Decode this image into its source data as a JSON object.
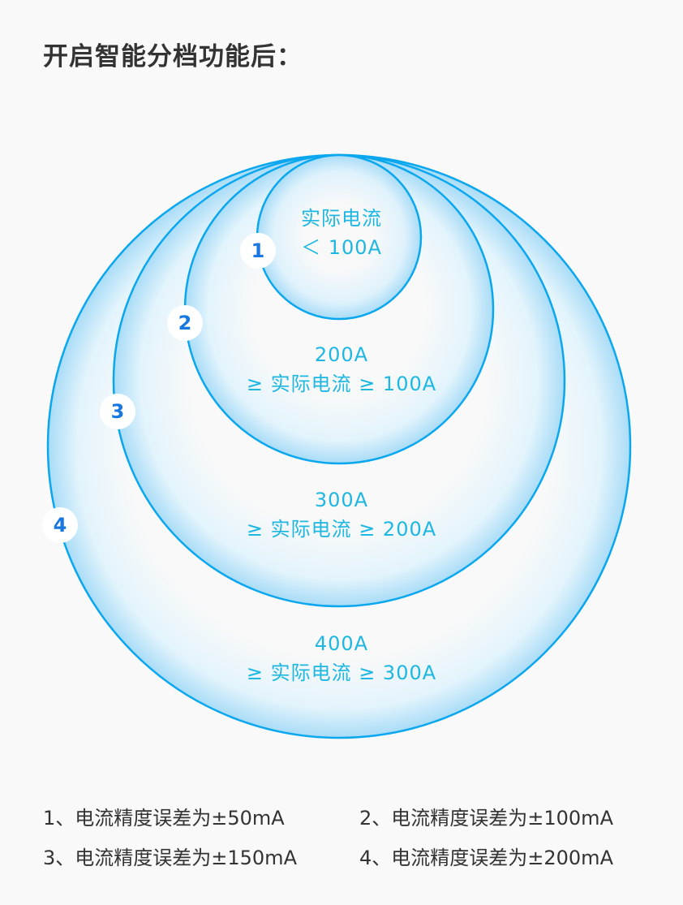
{
  "title": "开启智能分档功能后：",
  "colors": {
    "ring_stroke": "#0aa7ef",
    "ring_fill_edge": "#a9dcf7",
    "ring_fill_center": "#f9f9f9",
    "label_text": "#1eb7e2",
    "badge_text": "#1877e0",
    "body_text": "#333333",
    "background": "#f9f9f9"
  },
  "zones": [
    {
      "number": "1",
      "line1": "实际电流",
      "line2": "＜ 100A"
    },
    {
      "number": "2",
      "line1": "200A",
      "line2": "≥ 实际电流 ≥ 100A"
    },
    {
      "number": "3",
      "line1": "300A",
      "line2": "≥ 实际电流 ≥ 200A"
    },
    {
      "number": "4",
      "line1": "400A",
      "line2": "≥ 实际电流 ≥ 300A"
    }
  ],
  "legend": [
    "1、电流精度误差为±50mA",
    "2、电流精度误差为±100mA",
    "3、电流精度误差为±150mA",
    "4、电流精度误差为±200mA"
  ]
}
